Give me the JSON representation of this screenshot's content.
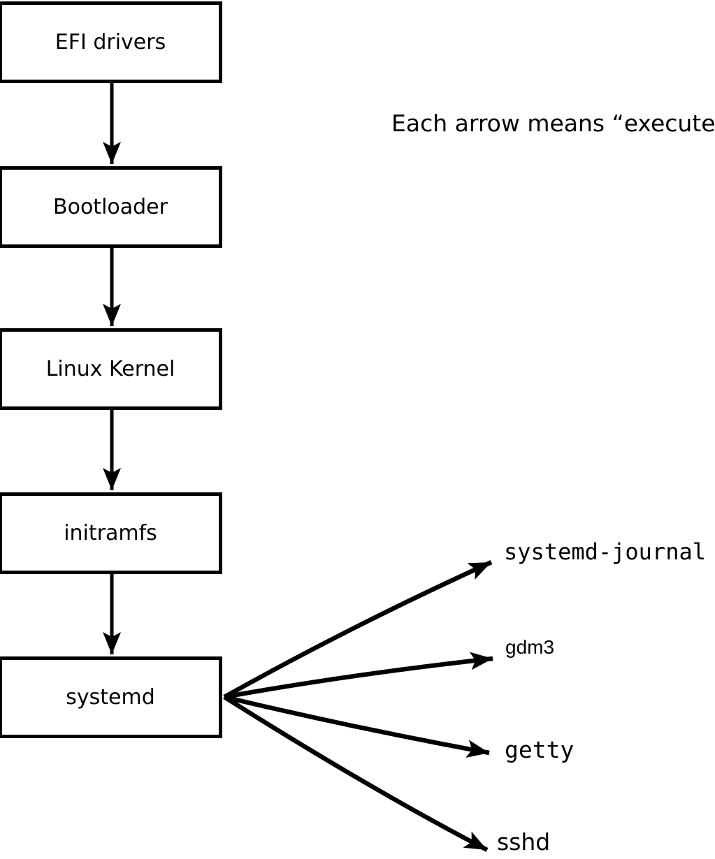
{
  "diagram": {
    "note": "Each arrow means “executes”.",
    "boot_chain": [
      {
        "label": "EFI drivers"
      },
      {
        "label": "Bootloader"
      },
      {
        "label": "Linux Kernel"
      },
      {
        "label": "initramfs"
      },
      {
        "label": "systemd"
      }
    ],
    "spawned_processes": [
      {
        "label": "systemd-journal"
      },
      {
        "label": "gdm3"
      },
      {
        "label": "getty"
      },
      {
        "label": "sshd"
      }
    ],
    "colors": {
      "line": "#000000",
      "text": "#000000",
      "box_fill": "#ffffff",
      "box_border": "#000000",
      "background": "#ffffff"
    }
  }
}
